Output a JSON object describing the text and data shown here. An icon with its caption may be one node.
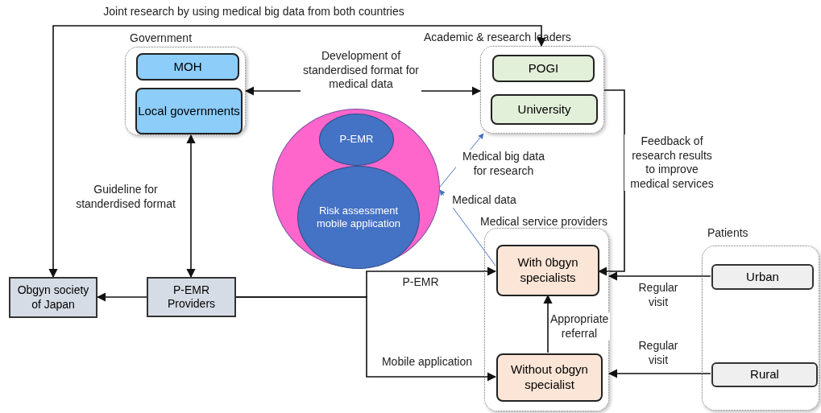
{
  "diagram": {
    "nodes": [
      {
        "text": [
          "Government"
        ]
      },
      {
        "text": [
          "MOH"
        ],
        "in": 0
      },
      {
        "text": [
          "Local governments"
        ],
        "in": 0
      },
      {
        "text": [
          "Academic & research leaders"
        ]
      },
      {
        "text": [
          "POGI"
        ],
        "in": 3
      },
      {
        "text": [
          "University"
        ],
        "in": 3
      },
      {
        "text": [],
        "shape": "circle"
      },
      {
        "text": [
          "P-EMR"
        ],
        "in": 6
      },
      {
        "text": [
          "Risk assessment mobile application"
        ],
        "in": 6
      },
      {
        "text": [
          "Obgyn society of Japan"
        ]
      },
      {
        "text": [
          "P-EMR Providers"
        ]
      },
      {
        "text": [
          "Medical service providers"
        ]
      },
      {
        "text": [
          "With 0bgyn specialists"
        ],
        "in": 11
      },
      {
        "text": [
          "Without obgyn specialist"
        ],
        "in": 11
      },
      {
        "text": [
          "Patients"
        ]
      },
      {
        "text": [
          "Urban"
        ],
        "in": 14
      },
      {
        "text": [
          "Rural"
        ],
        "in": 14
      }
    ],
    "edges": [
      {
        "from": 9,
        "to": 3,
        "arrow": "both",
        "label": "Joint research by using medical big data from both countries"
      },
      {
        "from": 0,
        "to": 3,
        "arrow": "both",
        "label": "Development of standerdised format for medical data"
      },
      {
        "from": 0,
        "to": 10,
        "arrow": "both",
        "label": "Guideline for standerdised format"
      },
      {
        "from": 10,
        "to": 9,
        "arrow": "to"
      },
      {
        "from": 10,
        "to": 12,
        "arrow": "to",
        "label": "P-EMR"
      },
      {
        "from": 10,
        "to": 13,
        "arrow": "to",
        "label": "Mobile application"
      },
      {
        "from": 12,
        "to": 6,
        "arrow": "to",
        "label": "Medical data",
        "color": "#4472c4"
      },
      {
        "from": 6,
        "to": 3,
        "arrow": "to",
        "label": "Medical big data for research",
        "color": "#4472c4"
      },
      {
        "from": 3,
        "to": 12,
        "arrow": "to",
        "label": "Feedback of research results to improve medical services"
      },
      {
        "from": 13,
        "to": 12,
        "arrow": "to",
        "label": "Appropriate referral"
      },
      {
        "from": 15,
        "to": 11,
        "arrow": "to",
        "label": "Regular visit"
      },
      {
        "from": 16,
        "to": 11,
        "arrow": "to",
        "label": "Regular visit"
      }
    ]
  }
}
